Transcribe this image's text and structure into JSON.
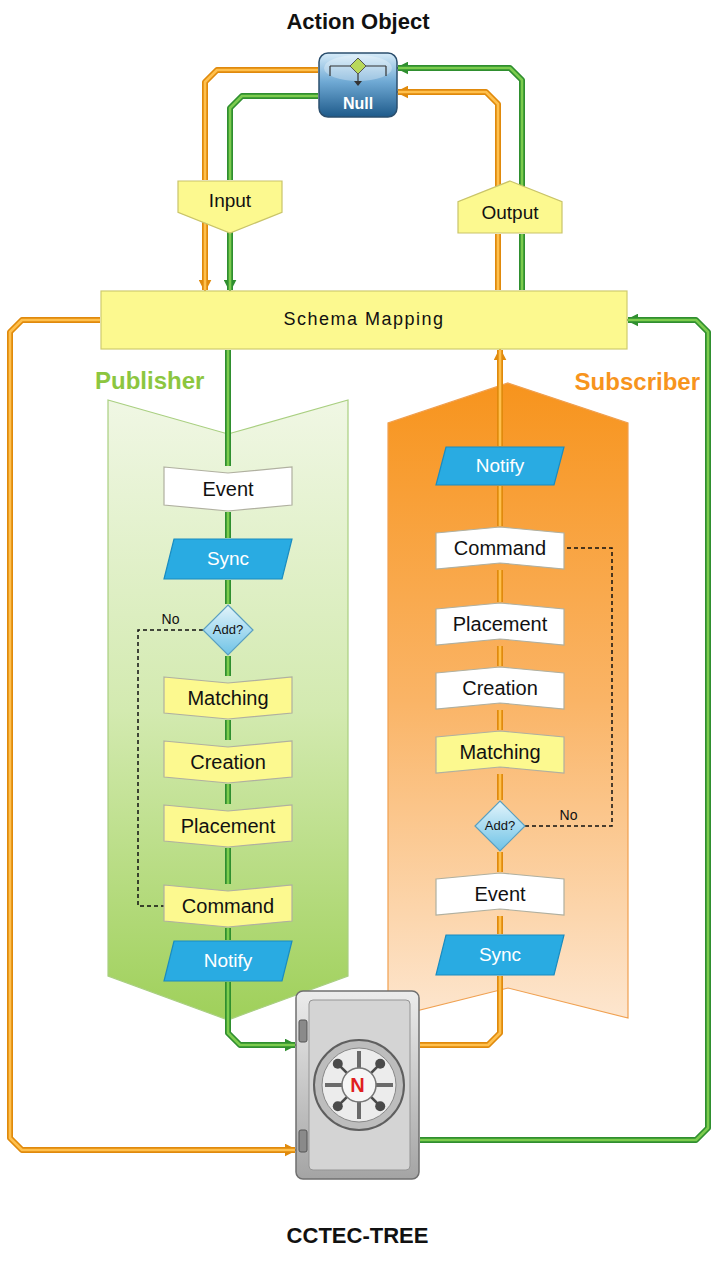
{
  "diagram": {
    "nodes": [
      {
        "text": [
          "Action Object",
          "Null"
        ]
      },
      {
        "text": [
          "Input"
        ]
      },
      {
        "text": [
          "Output"
        ]
      },
      {
        "text": [
          "Schema Mapping"
        ]
      },
      {
        "text": [
          "Publisher"
        ]
      },
      {
        "text": [
          "Event"
        ],
        "in": 4
      },
      {
        "text": [
          "Sync"
        ],
        "in": 4
      },
      {
        "text": [
          "Add?"
        ],
        "in": 4
      },
      {
        "text": [
          "Matching"
        ],
        "in": 4
      },
      {
        "text": [
          "Creation"
        ],
        "in": 4
      },
      {
        "text": [
          "Placement"
        ],
        "in": 4
      },
      {
        "text": [
          "Command"
        ],
        "in": 4
      },
      {
        "text": [
          "Notify"
        ],
        "in": 4
      },
      {
        "text": [
          "Subscriber"
        ]
      },
      {
        "text": [
          "Notify"
        ],
        "in": 13
      },
      {
        "text": [
          "Command"
        ],
        "in": 13
      },
      {
        "text": [
          "Placement"
        ],
        "in": 13
      },
      {
        "text": [
          "Creation"
        ],
        "in": 13
      },
      {
        "text": [
          "Matching"
        ],
        "in": 13
      },
      {
        "text": [
          "Add?"
        ],
        "in": 13
      },
      {
        "text": [
          "Event"
        ],
        "in": 13
      },
      {
        "text": [
          "Sync"
        ],
        "in": 13
      },
      {
        "text": [
          "N",
          "CCTEC-TREE"
        ]
      }
    ],
    "edges": [
      {
        "from": 0,
        "to": 1,
        "arrow": "none"
      },
      {
        "from": 0,
        "to": 1,
        "arrow": "none"
      },
      {
        "from": 1,
        "to": 3,
        "arrow": "to"
      },
      {
        "from": 1,
        "to": 3,
        "arrow": "to"
      },
      {
        "from": 3,
        "to": 2,
        "arrow": "none"
      },
      {
        "from": 3,
        "to": 2,
        "arrow": "none"
      },
      {
        "from": 2,
        "to": 0,
        "arrow": "to"
      },
      {
        "from": 2,
        "to": 0,
        "arrow": "to"
      },
      {
        "from": 3,
        "to": 5,
        "arrow": "none"
      },
      {
        "from": 5,
        "to": 6,
        "arrow": "none"
      },
      {
        "from": 6,
        "to": 7,
        "arrow": "none"
      },
      {
        "from": 7,
        "to": 8,
        "arrow": "none"
      },
      {
        "from": 8,
        "to": 9,
        "arrow": "none"
      },
      {
        "from": 9,
        "to": 10,
        "arrow": "none"
      },
      {
        "from": 10,
        "to": 11,
        "arrow": "none"
      },
      {
        "from": 11,
        "to": 12,
        "arrow": "none"
      },
      {
        "from": 12,
        "to": 22,
        "arrow": "to"
      },
      {
        "from": 22,
        "to": 3,
        "arrow": "to"
      },
      {
        "from": 3,
        "to": 22,
        "arrow": "to"
      },
      {
        "from": 22,
        "to": 21,
        "arrow": "none"
      },
      {
        "from": 21,
        "to": 20,
        "arrow": "none"
      },
      {
        "from": 20,
        "to": 19,
        "arrow": "none"
      },
      {
        "from": 19,
        "to": 18,
        "arrow": "none"
      },
      {
        "from": 18,
        "to": 17,
        "arrow": "none"
      },
      {
        "from": 17,
        "to": 16,
        "arrow": "none"
      },
      {
        "from": 16,
        "to": 15,
        "arrow": "none"
      },
      {
        "from": 15,
        "to": 14,
        "arrow": "none"
      },
      {
        "from": 14,
        "to": 3,
        "arrow": "to"
      },
      {
        "from": 7,
        "to": 11,
        "arrow": "none",
        "label": "No"
      },
      {
        "from": 19,
        "to": 15,
        "arrow": "none",
        "label": "No"
      }
    ]
  }
}
